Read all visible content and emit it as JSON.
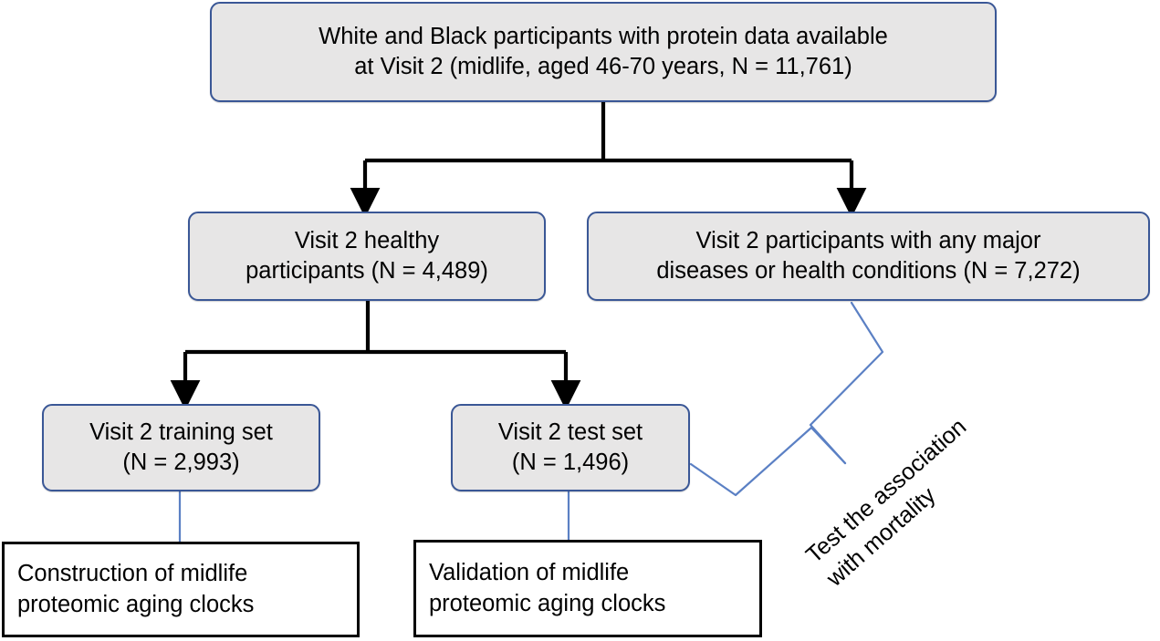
{
  "diagram": {
    "title": "Study flow diagram of midlife proteomic aging clock construction and validation",
    "colors": {
      "box_fill": "#E7E6E6",
      "box_border": "#3A5796",
      "plain_box_fill": "#FFFFFF",
      "plain_box_border": "#000000",
      "arrow": "#000000",
      "thin_connector": "#5B80C4",
      "text": "#000000",
      "background": "#FFFFFF"
    },
    "nodes": {
      "root": {
        "label": "White and Black participants with protein data available\nat Visit 2 (midlife, aged 46-70 years, N = 11,761)",
        "n": "11,761",
        "style": "rounded-gray"
      },
      "healthy": {
        "label": "Visit 2 healthy\nparticipants (N = 4,489)",
        "n": "4,489",
        "style": "rounded-gray"
      },
      "diseased": {
        "label": "Visit 2 participants with any major\ndiseases or health conditions (N = 7,272)",
        "n": "7,272",
        "style": "rounded-gray"
      },
      "training": {
        "label": "Visit 2 training set\n(N = 2,993)",
        "n": "2,993",
        "style": "rounded-gray"
      },
      "test": {
        "label": "Visit 2 test set\n(N = 1,496)",
        "n": "1,496",
        "style": "rounded-gray"
      },
      "construction": {
        "label": "Construction of midlife\nproteomic aging clocks",
        "style": "plain-white"
      },
      "validation": {
        "label": "Validation of midlife\nproteomic aging clocks",
        "style": "plain-white"
      }
    },
    "edge_labels": {
      "mortality": "Test the association\nwith mortality"
    }
  }
}
